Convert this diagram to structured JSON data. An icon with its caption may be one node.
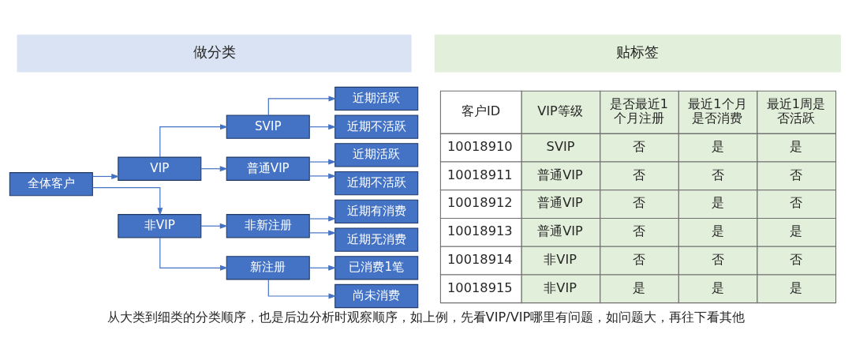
{
  "diagram": {
    "caption": "从大类到细类的分类顺序，也是后边分析时观察顺序，如上例，先看VIP/VIP哪里有问题，如问题大，再往下看其他",
    "nodes": [
      {
        "text": [
          "做分类"
        ]
      },
      {
        "text": [
          "贴标签"
        ]
      },
      {
        "text": [
          "全体客户"
        ]
      },
      {
        "text": [
          "VIP"
        ]
      },
      {
        "text": [
          "SVIP"
        ]
      },
      {
        "text": [
          "近期活跃"
        ]
      },
      {
        "text": [
          "近期不活跃"
        ]
      },
      {
        "text": [
          "普通VIP"
        ]
      },
      {
        "text": [
          "近期活跃"
        ]
      },
      {
        "text": [
          "近期不活跃"
        ]
      },
      {
        "text": [
          "非VIP"
        ]
      },
      {
        "text": [
          "非新注册"
        ]
      },
      {
        "text": [
          "近期有消费"
        ]
      },
      {
        "text": [
          "近期无消费"
        ]
      },
      {
        "text": [
          "新注册"
        ]
      },
      {
        "text": [
          "已消费1笔"
        ]
      },
      {
        "text": [
          "尚未消费"
        ]
      }
    ],
    "edges": [
      {
        "from": 2,
        "to": 3,
        "arrow": "to"
      },
      {
        "from": 2,
        "to": 10,
        "arrow": "to"
      },
      {
        "from": 3,
        "to": 4,
        "arrow": "to"
      },
      {
        "from": 3,
        "to": 7,
        "arrow": "to"
      },
      {
        "from": 4,
        "to": 5,
        "arrow": "to"
      },
      {
        "from": 4,
        "to": 6,
        "arrow": "to"
      },
      {
        "from": 7,
        "to": 8,
        "arrow": "to"
      },
      {
        "from": 7,
        "to": 9,
        "arrow": "to"
      },
      {
        "from": 10,
        "to": 11,
        "arrow": "to"
      },
      {
        "from": 10,
        "to": 14,
        "arrow": "to"
      },
      {
        "from": 11,
        "to": 12,
        "arrow": "to"
      },
      {
        "from": 11,
        "to": 13,
        "arrow": "to"
      },
      {
        "from": 14,
        "to": 15,
        "arrow": "to"
      },
      {
        "from": 14,
        "to": 16,
        "arrow": "to"
      }
    ],
    "labels": [
      "客户ID",
      "VIP等级",
      "是否最近1个月注册",
      "最近1个月是否消费",
      "最近1周是否活跃",
      "10018910",
      "SVIP",
      "否",
      "是",
      "是",
      "10018911",
      "普通VIP",
      "否",
      "否",
      "否",
      "10018912",
      "普通VIP",
      "否",
      "是",
      "否",
      "10018913",
      "普通VIP",
      "否",
      "是",
      "是",
      "10018914",
      "非VIP",
      "否",
      "否",
      "否",
      "10018915",
      "非VIP",
      "是",
      "是",
      "是"
    ]
  }
}
